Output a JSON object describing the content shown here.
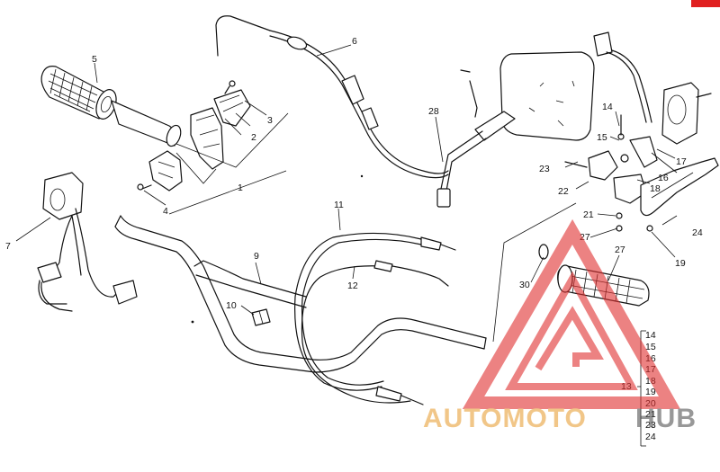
{
  "callouts": [
    {
      "id": "1",
      "text": "1"
    },
    {
      "id": "2",
      "text": "2"
    },
    {
      "id": "3",
      "text": "3"
    },
    {
      "id": "4",
      "text": "4"
    },
    {
      "id": "5",
      "text": "5"
    },
    {
      "id": "6",
      "text": "6"
    },
    {
      "id": "7",
      "text": "7"
    },
    {
      "id": "9",
      "text": "9"
    },
    {
      "id": "10",
      "text": "10"
    },
    {
      "id": "11",
      "text": "11"
    },
    {
      "id": "12",
      "text": "12"
    },
    {
      "id": "13",
      "text": "13"
    },
    {
      "id": "14",
      "text": "14"
    },
    {
      "id": "15",
      "text": "15"
    },
    {
      "id": "16",
      "text": "16"
    },
    {
      "id": "17",
      "text": "17"
    },
    {
      "id": "18",
      "text": "18"
    },
    {
      "id": "19",
      "text": "19"
    },
    {
      "id": "20",
      "text": "20"
    },
    {
      "id": "21",
      "text": "21"
    },
    {
      "id": "22",
      "text": "22"
    },
    {
      "id": "23",
      "text": "23"
    },
    {
      "id": "24",
      "text": "24"
    },
    {
      "id": "27",
      "text": "27"
    },
    {
      "id": "28",
      "text": "28"
    },
    {
      "id": "30",
      "text": "30"
    }
  ],
  "group13_items": [
    "14",
    "15",
    "16",
    "17",
    "18",
    "19",
    "20",
    "21",
    "23",
    "24"
  ],
  "watermark": {
    "word1": "AUTOMOTO",
    "word2": "HUB",
    "color_primary": "#e8a13a",
    "color_secondary": "#555555",
    "logo_color": "#e03030"
  },
  "corner_mark_color": "#e02020"
}
